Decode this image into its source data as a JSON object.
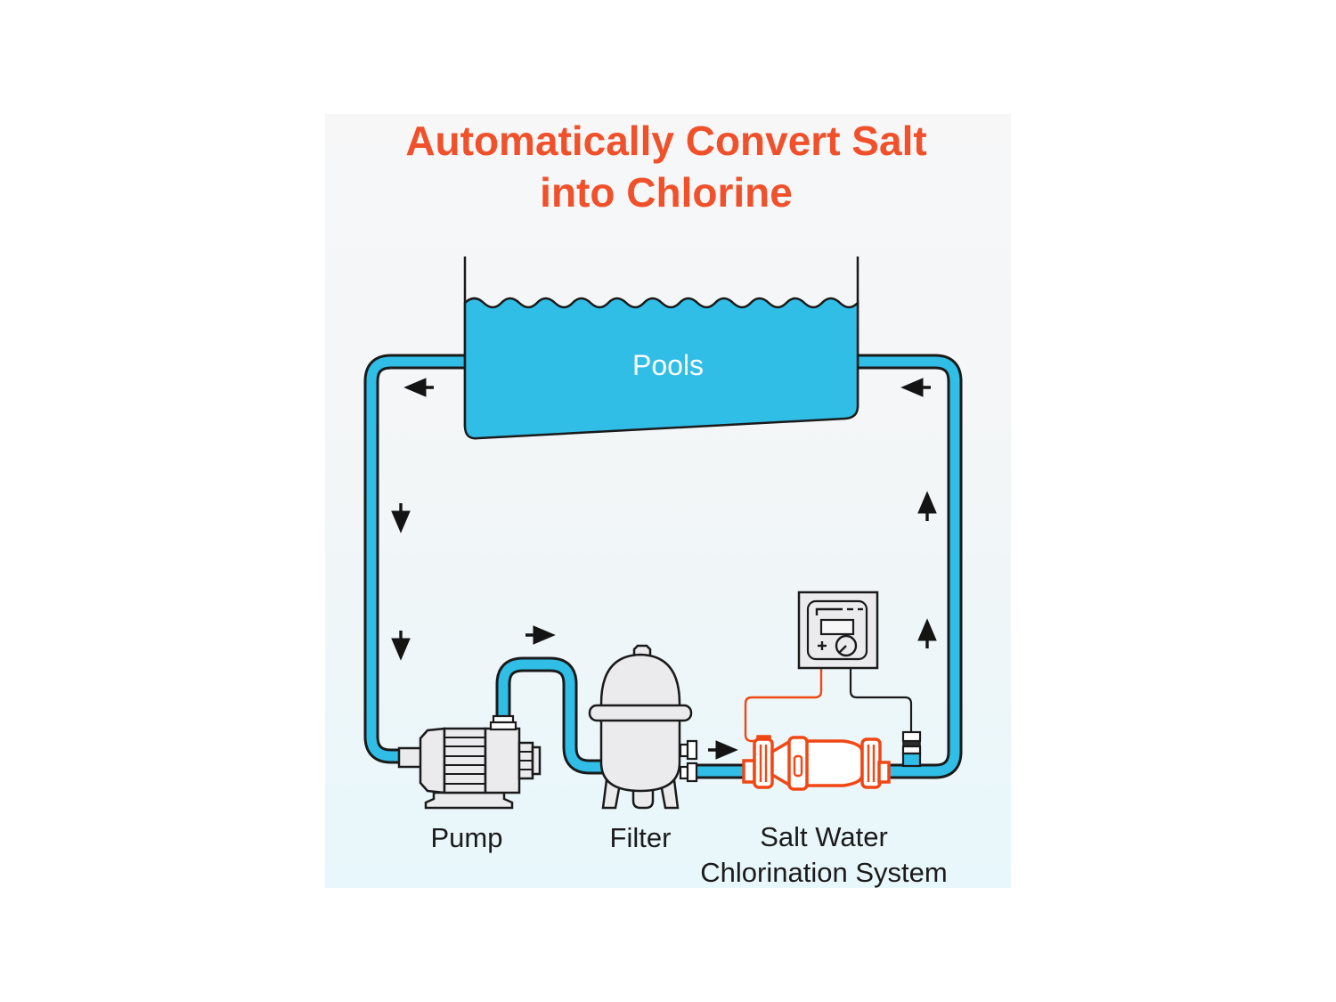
{
  "title": {
    "line1": "Automatically Convert Salt",
    "line2": "into Chlorine"
  },
  "pool": {
    "label": "Pools"
  },
  "equipment": {
    "pump_label": "Pump",
    "filter_label": "Filter",
    "chlorinator_label_line1": "Salt Water",
    "chlorinator_label_line2": "Chlorination System"
  },
  "colors": {
    "title": "#F0512B",
    "water": "#30BDE6",
    "outline": "#1A1A1A",
    "equipment_fill": "#EBEBED",
    "chlorinator_accent": "#F04715",
    "background_top": "#F7F7F8",
    "background_bottom": "#E8F7FB"
  },
  "diagram": {
    "type": "closed-loop-flow",
    "nodes": [
      {
        "id": "pool",
        "label": "Pools"
      },
      {
        "id": "pump",
        "label": "Pump"
      },
      {
        "id": "filter",
        "label": "Filter"
      },
      {
        "id": "chlorinator-cell",
        "label": "Salt Water Chlorination System"
      },
      {
        "id": "control-panel",
        "label": ""
      },
      {
        "id": "flow-sensor",
        "label": ""
      }
    ],
    "flow": [
      {
        "from": "pool",
        "to": "pump",
        "side": "left",
        "arrows": [
          "left",
          "down",
          "down"
        ]
      },
      {
        "from": "pump",
        "to": "filter",
        "arrows": [
          "right"
        ]
      },
      {
        "from": "filter",
        "to": "chlorinator-cell",
        "arrows": [
          "right"
        ]
      },
      {
        "from": "chlorinator-cell",
        "to": "pool",
        "side": "right",
        "arrows": [
          "up",
          "up",
          "left"
        ]
      }
    ],
    "wires": [
      {
        "from": "control-panel",
        "to": "chlorinator-cell",
        "color": "orange"
      },
      {
        "from": "control-panel",
        "to": "flow-sensor",
        "color": "black"
      }
    ]
  }
}
